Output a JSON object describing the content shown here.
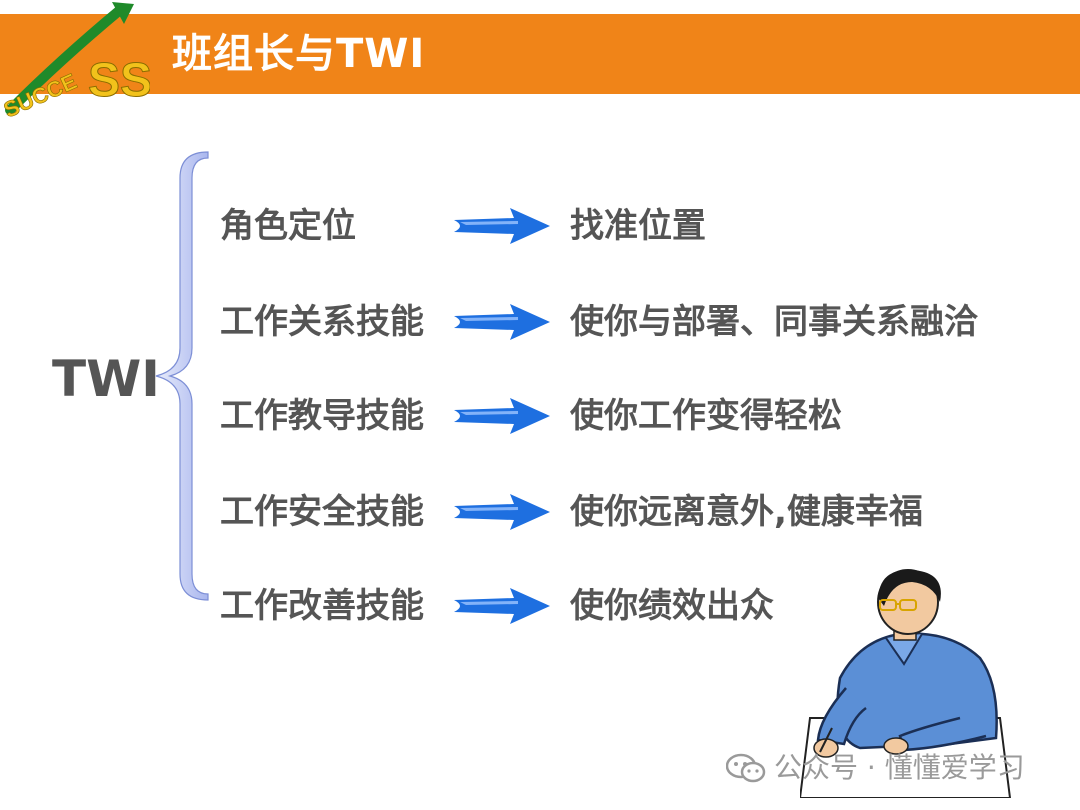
{
  "header": {
    "title": "班组长与TWI",
    "logo_text": "SUCCESS"
  },
  "twi_label": "TWI",
  "rows": [
    {
      "left": "角色定位",
      "right": "找准位置"
    },
    {
      "left": "工作关系技能",
      "right": "使你与部署、同事关系融洽"
    },
    {
      "left": "工作教导技能",
      "right": "使你工作变得轻松"
    },
    {
      "left": "工作安全技能",
      "right": "使你远离意外,健康幸福"
    },
    {
      "left": "工作改善技能",
      "right": "使你绩效出众"
    }
  ],
  "watermark": "公众号 · 懂懂爱学习",
  "colors": {
    "header": "#f08418",
    "text": "#555555",
    "arrow": "#1e6fe0",
    "brace": "#b9c3f0"
  },
  "icons": {
    "logo": "success-logo-icon",
    "arrow": "arrow-right-icon",
    "watermark": "wechat-icon",
    "figure": "man-at-desk-illustration"
  }
}
